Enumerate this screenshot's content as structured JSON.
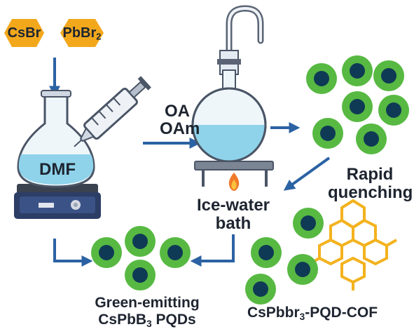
{
  "reagents": {
    "cs": "CsBr",
    "pb_main": "PbBr",
    "pb_sub": "2"
  },
  "solvent": "DMF",
  "ligands": {
    "line1": "OA",
    "line2": "OAm"
  },
  "ice_bath": {
    "line1": "Ice-water",
    "line2": "bath"
  },
  "quench": {
    "line1": "Rapid",
    "line2": "quenching"
  },
  "pqd_label": {
    "line1": "Green-emitting",
    "line2_main": "CsPbB",
    "line2_sub": "3",
    "line2_end": " PQDs"
  },
  "cof_label": {
    "main": "CsPbbr",
    "sub": "3",
    "end": "-PQD-COF"
  },
  "colors": {
    "hexagon": "#f3a81c",
    "dot_outer": "#57b942",
    "dot_inner": "#0f3a55",
    "arrow": "#2b62a3",
    "liquid": "#8fd3ea",
    "cof": "#f3b21e",
    "flame": "#f07a2a"
  }
}
